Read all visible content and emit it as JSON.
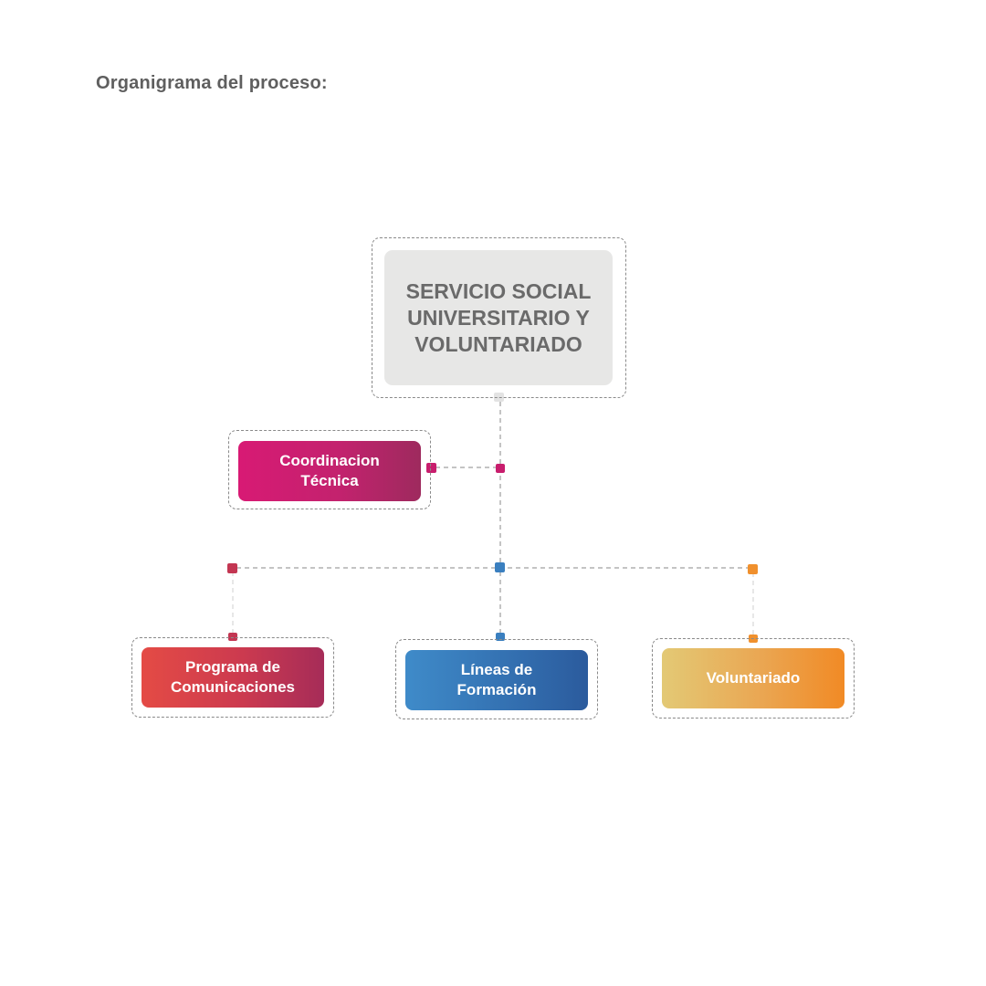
{
  "title": "Organigrama del proceso:",
  "nodes": {
    "root": "SERVICIO SOCIAL\nUNIVERSITARIO Y\nVOLUNTARIADO",
    "coordination": "Coordinacion\nTécnica",
    "communications": "Programa de\nComunicaciones",
    "training": "Líneas de\nFormación",
    "volunteering": "Voluntariado"
  },
  "colors": {
    "root_fill": "#e7e7e6",
    "root_text": "#6a6a6a",
    "coordination": "#d81a74",
    "communications": "#c73a4f",
    "training": "#336fb0",
    "volunteering": "#f18a25",
    "connector": "#8a8a8a"
  }
}
